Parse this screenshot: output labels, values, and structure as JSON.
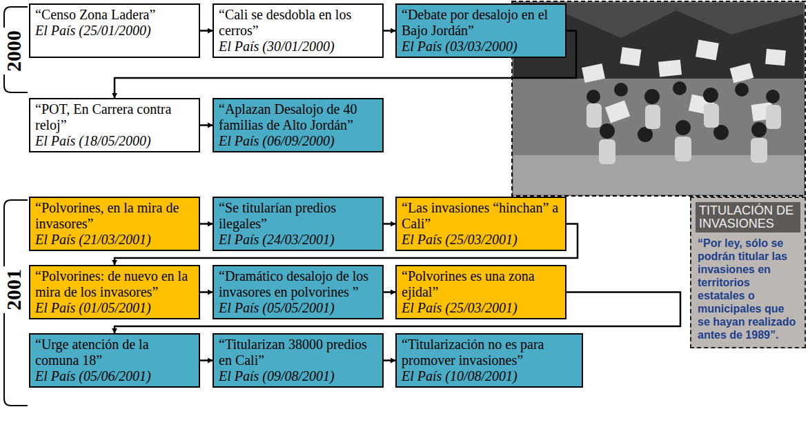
{
  "diagram": {
    "nodes": [
      {
        "text": [
          "“Censo Zona Ladera”",
          "El País (25/01/2000)"
        ]
      },
      {
        "text": [
          "“Cali se desdobla en los cerros”",
          "El País (30/01/2000)"
        ]
      },
      {
        "text": [
          "“Debate por desalojo en el Bajo Jordán”",
          "El País (03/03/2000)"
        ]
      },
      {
        "text": [
          "“POT, En Carrera contra reloj”",
          "El País (18/05/2000)"
        ]
      },
      {
        "text": [
          "“Aplazan Desalojo de 40 familias de Alto Jordán”",
          "El País (06/09/2000)"
        ]
      },
      {
        "text": [
          "“Polvorines, en la mira de invasores”",
          "El País (21/03/2001)"
        ]
      },
      {
        "text": [
          "“Se titularían predios ilegales”",
          "El País (24/03/2001)"
        ]
      },
      {
        "text": [
          "“Las invasiones “hinchan” a Cali”",
          "El País (25/03/2001)"
        ]
      },
      {
        "text": [
          "“Polvorines: de nuevo en la mira de los invasores”",
          "El País (01/05/2001)"
        ]
      },
      {
        "text": [
          "“Dramático desalojo de los invasores en polvorines ”",
          "El País (05/05/2001)"
        ]
      },
      {
        "text": [
          "“Polvorines es una zona ejidal”",
          "El País (25/03/2001)"
        ]
      },
      {
        "text": [
          "“Urge atención de la comuna 18”",
          "El País (05/06/2001)"
        ]
      },
      {
        "text": [
          "“Titularizan 38000 predios en Cali”",
          "El País (09/08/2001)"
        ]
      },
      {
        "text": [
          "“Titularización no es para promover invasiones”",
          "El País (10/08/2001)"
        ]
      },
      {
        "text": [
          "TITULACIÓN DE INVASIONES",
          "“Por ley, sólo se podrán titular las invasiones en territorios estatales o municipales que se hayan realizado antes de 1989”."
        ]
      }
    ],
    "edges": [
      {
        "from": 0,
        "to": 1,
        "arrow": "to"
      },
      {
        "from": 1,
        "to": 2,
        "arrow": "to"
      },
      {
        "from": 2,
        "to": 3,
        "arrow": "to"
      },
      {
        "from": 3,
        "to": 4,
        "arrow": "to"
      },
      {
        "from": 5,
        "to": 6,
        "arrow": "to"
      },
      {
        "from": 6,
        "to": 7,
        "arrow": "to"
      },
      {
        "from": 7,
        "to": 8,
        "arrow": "to"
      },
      {
        "from": 8,
        "to": 9,
        "arrow": "to"
      },
      {
        "from": 9,
        "to": 10,
        "arrow": "to"
      },
      {
        "from": 10,
        "to": 11,
        "arrow": "to"
      },
      {
        "from": 11,
        "to": 12,
        "arrow": "to"
      },
      {
        "from": 12,
        "to": 13,
        "arrow": "to"
      }
    ],
    "labels": [
      "2000",
      "2001"
    ]
  }
}
